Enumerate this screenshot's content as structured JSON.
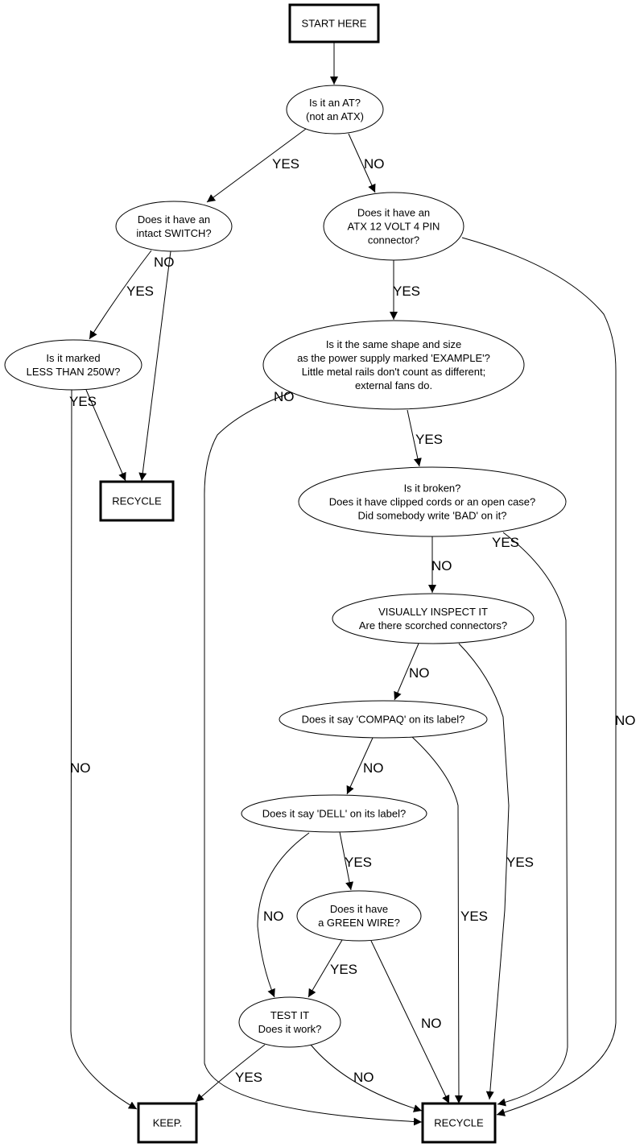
{
  "title": "Power supply sorting flowchart",
  "nodes": {
    "start": {
      "lines": [
        "START HERE"
      ],
      "shape": "box"
    },
    "is_at": {
      "lines": [
        "Is it an AT?",
        "(not an ATX)"
      ],
      "shape": "ellipse"
    },
    "switch": {
      "lines": [
        "Does it have an",
        "intact SWITCH?"
      ],
      "shape": "ellipse"
    },
    "atx12v": {
      "lines": [
        "Does it have an",
        "ATX 12 VOLT 4 PIN",
        "connector?"
      ],
      "shape": "ellipse"
    },
    "less250": {
      "lines": [
        "Is it marked",
        "LESS THAN 250W?"
      ],
      "shape": "ellipse"
    },
    "recycle_top": {
      "lines": [
        "RECYCLE"
      ],
      "shape": "box"
    },
    "same_shape": {
      "lines": [
        "Is it the same shape and size",
        "as the power supply marked 'EXAMPLE'?",
        "Little metal rails don't count as different;",
        "external fans do."
      ],
      "shape": "ellipse"
    },
    "broken": {
      "lines": [
        "Is it broken?",
        "Does it have clipped cords or an open case?",
        "Did somebody write 'BAD' on it?"
      ],
      "shape": "ellipse"
    },
    "visual": {
      "lines": [
        "VISUALLY INSPECT IT",
        "Are there scorched connectors?"
      ],
      "shape": "ellipse"
    },
    "compaq": {
      "lines": [
        "Does it say 'COMPAQ' on its label?"
      ],
      "shape": "ellipse"
    },
    "dell": {
      "lines": [
        "Does it say 'DELL' on its label?"
      ],
      "shape": "ellipse"
    },
    "green": {
      "lines": [
        "Does it have",
        "a GREEN WIRE?"
      ],
      "shape": "ellipse"
    },
    "test": {
      "lines": [
        "TEST IT",
        "Does it work?"
      ],
      "shape": "ellipse"
    },
    "keep": {
      "lines": [
        "KEEP."
      ],
      "shape": "box"
    },
    "recycle_bottom": {
      "lines": [
        "RECYCLE"
      ],
      "shape": "box"
    }
  },
  "edges": [
    {
      "from": "start",
      "to": "is_at",
      "label": ""
    },
    {
      "from": "is_at",
      "to": "switch",
      "label": "YES"
    },
    {
      "from": "is_at",
      "to": "atx12v",
      "label": "NO"
    },
    {
      "from": "switch",
      "to": "less250",
      "label": "YES"
    },
    {
      "from": "switch",
      "to": "recycle_top",
      "label": "NO"
    },
    {
      "from": "less250",
      "to": "recycle_top",
      "label": "YES"
    },
    {
      "from": "less250",
      "to": "keep",
      "label": "NO"
    },
    {
      "from": "atx12v",
      "to": "same_shape",
      "label": "YES"
    },
    {
      "from": "atx12v",
      "to": "recycle_bottom",
      "label": "NO"
    },
    {
      "from": "same_shape",
      "to": "broken",
      "label": "YES"
    },
    {
      "from": "same_shape",
      "to": "recycle_bottom",
      "label": "NO"
    },
    {
      "from": "broken",
      "to": "visual",
      "label": "NO"
    },
    {
      "from": "broken",
      "to": "recycle_bottom",
      "label": "YES"
    },
    {
      "from": "visual",
      "to": "compaq",
      "label": "NO"
    },
    {
      "from": "visual",
      "to": "recycle_bottom",
      "label": "YES"
    },
    {
      "from": "compaq",
      "to": "dell",
      "label": "NO"
    },
    {
      "from": "compaq",
      "to": "recycle_bottom",
      "label": "YES"
    },
    {
      "from": "dell",
      "to": "green",
      "label": "YES"
    },
    {
      "from": "dell",
      "to": "test",
      "label": "NO"
    },
    {
      "from": "green",
      "to": "test",
      "label": "YES"
    },
    {
      "from": "green",
      "to": "recycle_bottom",
      "label": "NO"
    },
    {
      "from": "test",
      "to": "keep",
      "label": "YES"
    },
    {
      "from": "test",
      "to": "recycle_bottom",
      "label": "NO"
    }
  ]
}
